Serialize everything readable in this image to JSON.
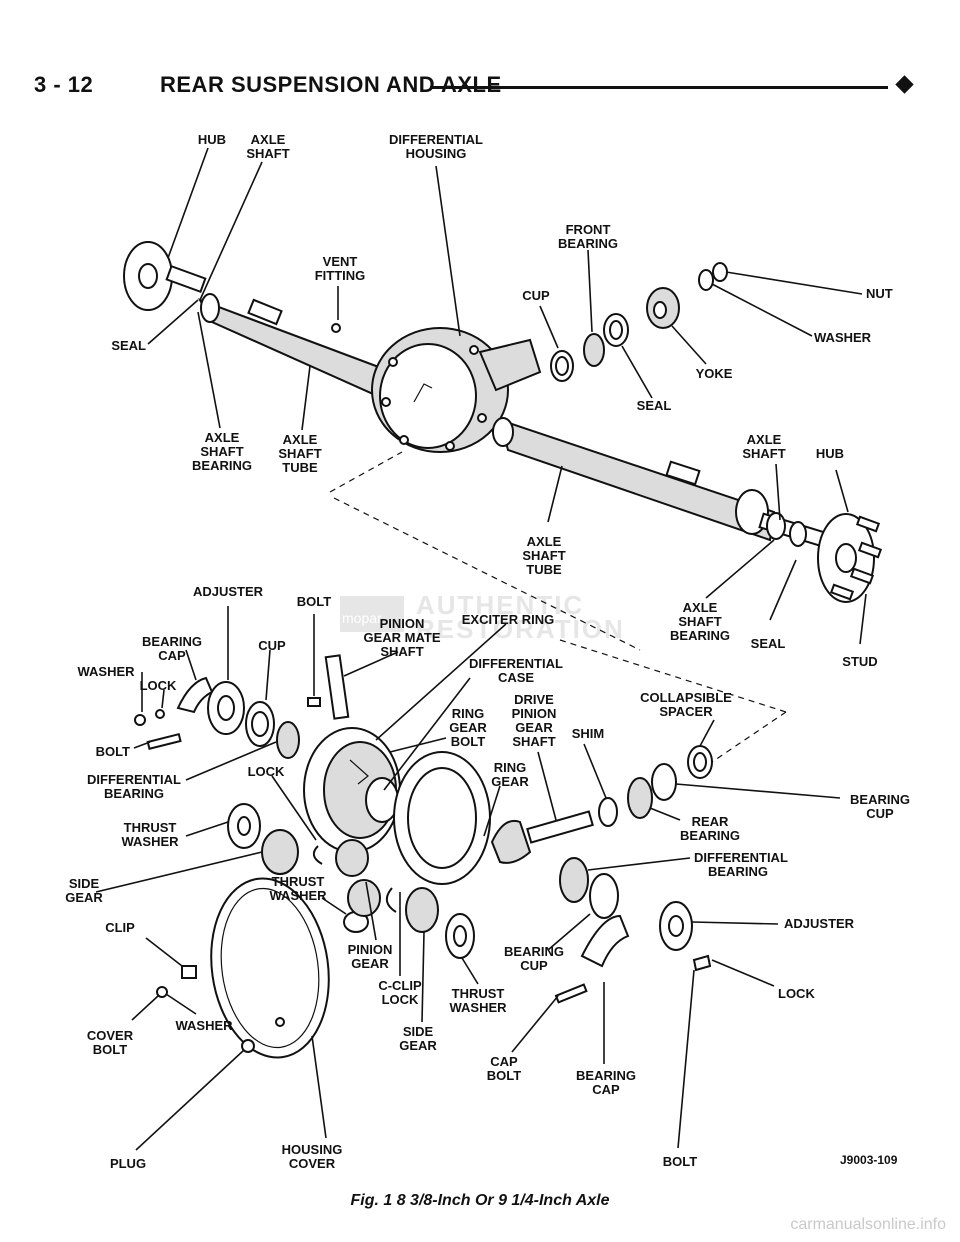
{
  "header": {
    "page_number": "3 - 12",
    "section_title": "REAR SUSPENSION AND AXLE"
  },
  "brand": {
    "logo_text": "mopar",
    "word1": "AUTHENTIC",
    "word2": "RESTORATION"
  },
  "labels": {
    "hub_top": "HUB",
    "axle_shaft_top_1": "AXLE",
    "axle_shaft_top_2": "SHAFT",
    "diff_housing_1": "DIFFERENTIAL",
    "diff_housing_2": "HOUSING",
    "vent_1": "VENT",
    "vent_2": "FITTING",
    "front_bearing_1": "FRONT",
    "front_bearing_2": "BEARING",
    "cup_top": "CUP",
    "nut": "NUT",
    "washer_right": "WASHER",
    "yoke": "YOKE",
    "seal_right": "SEAL",
    "seal_left": "SEAL",
    "axle_shaft_bearing_left_1": "AXLE",
    "axle_shaft_bearing_left_2": "SHAFT",
    "axle_shaft_bearing_left_3": "BEARING",
    "axle_shaft_tube_left_1": "AXLE",
    "axle_shaft_tube_left_2": "SHAFT",
    "axle_shaft_tube_left_3": "TUBE",
    "axle_shaft_right_1": "AXLE",
    "axle_shaft_right_2": "SHAFT",
    "hub_right": "HUB",
    "axle_shaft_tube_mid_1": "AXLE",
    "axle_shaft_tube_mid_2": "SHAFT",
    "axle_shaft_tube_mid_3": "TUBE",
    "axle_shaft_bearing_right_1": "AXLE",
    "axle_shaft_bearing_right_2": "SHAFT",
    "axle_shaft_bearing_right_3": "BEARING",
    "seal_lower_right": "SEAL",
    "stud": "STUD",
    "adjuster_top": "ADJUSTER",
    "bolt_top": "BOLT",
    "pinion_mate_1": "PINION",
    "pinion_mate_2": "GEAR MATE",
    "pinion_mate_3": "SHAFT",
    "exciter_ring": "EXCITER RING",
    "bearing_cap_1": "BEARING",
    "bearing_cap_2": "CAP",
    "cup_mid": "CUP",
    "washer_left": "WASHER",
    "lock_left": "LOCK",
    "bolt_left": "BOLT",
    "diff_case_1": "DIFFERENTIAL",
    "diff_case_2": "CASE",
    "collapsible_1": "COLLAPSIBLE",
    "collapsible_2": "SPACER",
    "ring_gear_bolt_1": "RING",
    "ring_gear_bolt_2": "GEAR",
    "ring_gear_bolt_3": "BOLT",
    "drive_pinion_1": "DRIVE",
    "drive_pinion_2": "PINION",
    "drive_pinion_3": "GEAR",
    "drive_pinion_4": "SHAFT",
    "shim": "SHIM",
    "diff_bearing_left_1": "DIFFERENTIAL",
    "diff_bearing_left_2": "BEARING",
    "lock_mid": "LOCK",
    "ring_gear_1": "RING",
    "ring_gear_2": "GEAR",
    "bearing_cup_right_1": "BEARING",
    "bearing_cup_right_2": "CUP",
    "rear_bearing_1": "REAR",
    "rear_bearing_2": "BEARING",
    "thrust_washer_left_1": "THRUST",
    "thrust_washer_left_2": "WASHER",
    "diff_bearing_right_1": "DIFFERENTIAL",
    "diff_bearing_right_2": "BEARING",
    "side_gear_left_1": "SIDE",
    "side_gear_left_2": "GEAR",
    "thrust_washer_mid_1": "THRUST",
    "thrust_washer_mid_2": "WASHER",
    "adjuster_right": "ADJUSTER",
    "clip": "CLIP",
    "pinion_gear_1": "PINION",
    "pinion_gear_2": "GEAR",
    "bearing_cup_low_1": "BEARING",
    "bearing_cup_low_2": "CUP",
    "cclip_1": "C-CLIP",
    "cclip_2": "LOCK",
    "thrust_washer_low_1": "THRUST",
    "thrust_washer_low_2": "WASHER",
    "lock_right": "LOCK",
    "washer_low": "WASHER",
    "cover_bolt_1": "COVER",
    "cover_bolt_2": "BOLT",
    "side_gear_low_1": "SIDE",
    "side_gear_low_2": "GEAR",
    "cap_bolt_1": "CAP",
    "cap_bolt_2": "BOLT",
    "bearing_cap_low_1": "BEARING",
    "bearing_cap_low_2": "CAP",
    "plug": "PLUG",
    "housing_cover_1": "HOUSING",
    "housing_cover_2": "COVER",
    "bolt_bottom": "BOLT"
  },
  "figure_number": "J9003-109",
  "caption": "Fig. 1 8 3/8-Inch Or 9 1/4-Inch Axle",
  "watermark": "carmanualsonline.info"
}
